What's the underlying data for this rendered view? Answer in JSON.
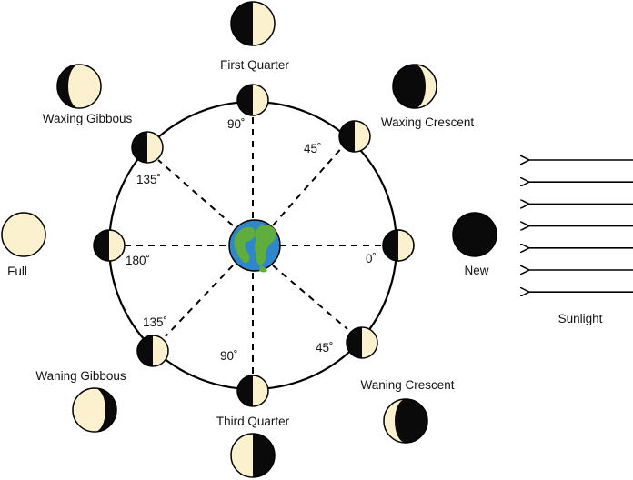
{
  "colors": {
    "dark": "#0a0a0a",
    "lit": "#fcf1cf",
    "orbit": "#000000",
    "ocean": "#2f86c9",
    "land": "#5fae3d"
  },
  "center_icon": "earth-globe-icon",
  "phases": [
    {
      "id": "new",
      "label": "New",
      "icon": "new-moon-icon"
    },
    {
      "id": "waxing-crescent",
      "label": "Waxing Crescent",
      "icon": "waxing-crescent-moon-icon"
    },
    {
      "id": "first-quarter",
      "label": "First Quarter",
      "icon": "first-quarter-moon-icon"
    },
    {
      "id": "waxing-gibbous",
      "label": "Waxing Gibbous",
      "icon": "waxing-gibbous-moon-icon"
    },
    {
      "id": "full",
      "label": "Full",
      "icon": "full-moon-icon"
    },
    {
      "id": "waning-gibbous",
      "label": "Waning Gibbous",
      "icon": "waning-gibbous-moon-icon"
    },
    {
      "id": "third-quarter",
      "label": "Third Quarter",
      "icon": "third-quarter-moon-icon"
    },
    {
      "id": "waning-crescent",
      "label": "Waning Crescent",
      "icon": "waning-crescent-moon-icon"
    }
  ],
  "angles": [
    {
      "id": "deg-0",
      "text": "0˚"
    },
    {
      "id": "deg-45-upper",
      "text": "45˚"
    },
    {
      "id": "deg-90-upper",
      "text": "90˚"
    },
    {
      "id": "deg-135-upper",
      "text": "135˚"
    },
    {
      "id": "deg-180",
      "text": "180˚"
    },
    {
      "id": "deg-135-lower",
      "text": "135˚"
    },
    {
      "id": "deg-90-lower",
      "text": "90˚"
    },
    {
      "id": "deg-45-lower",
      "text": "45˚"
    }
  ],
  "sunlight": {
    "label": "Sunlight",
    "arrow_count": 7,
    "icon": "arrow-left-icon"
  }
}
